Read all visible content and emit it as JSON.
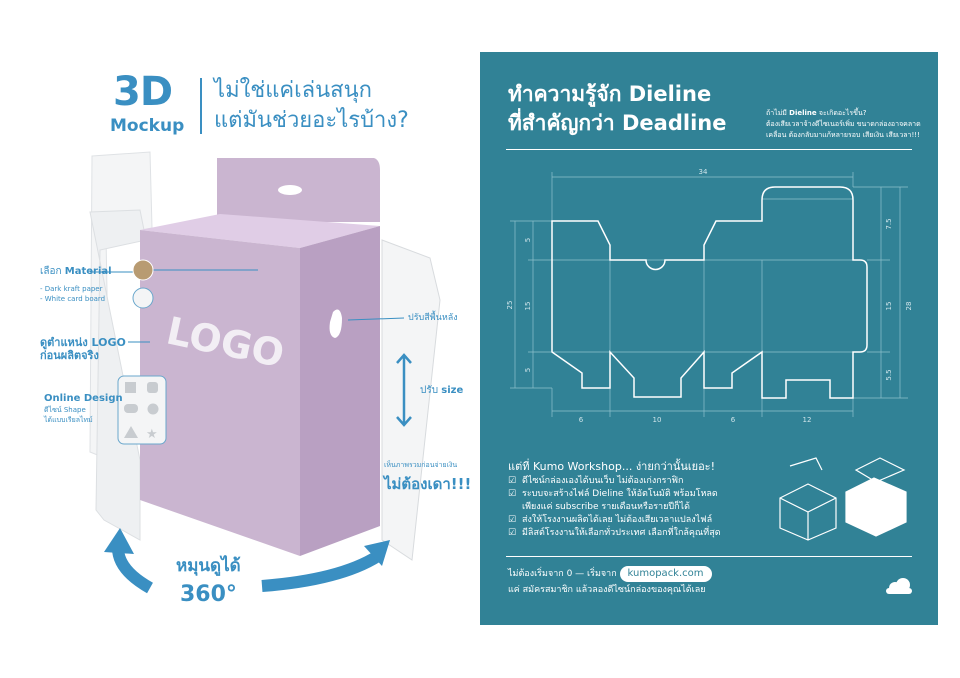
{
  "left": {
    "title_3d": "3D",
    "title_mockup": "Mockup",
    "headline_1": "ไม่ใช่แค่เล่นสนุก",
    "headline_2": "แต่มันช่วยอะไรบ้าง?",
    "material_prefix": "เลือก ",
    "material_label": "Material",
    "material_options": [
      "- Dark kraft paper",
      "- White card board"
    ],
    "logo_callout_1": "ดูตำแหน่ง LOGO",
    "logo_callout_2": "ก่อนผลิตจริง",
    "box_logo": "LOGO",
    "online_design": "Online Design",
    "online_design_sub1": "ดีไซน์ Shape",
    "online_design_sub2": "ได้แบบเรียลไทม์",
    "bg_color": "ปรับสีพื้นหลัง",
    "size_prefix": "ปรับ ",
    "size_label": "size",
    "preview_note": "เห็นภาพรวมก่อนจ่ายเงิน",
    "no_guess": "ไม่ต้องเดา!!!",
    "rotate_1": "หมุนดูได้",
    "rotate_2": "360°",
    "colors": {
      "accent": "#3a8fc2",
      "box": "#cab5d0",
      "kraft": "#b89b72"
    }
  },
  "right": {
    "title_1": "ทำความรู้จัก Dieline",
    "title_2": "ที่สำคัญกว่า Deadline",
    "note_1_pre": "ถ้าไม่มี ",
    "note_1_bold": "Dieline",
    "note_1_post": " จะเกิดอะไรขึ้น?",
    "note_2": "ต้องเสียเวลาจ้างดีไซเนอร์เพิ่ม ขนาดกล่องอาจคลาด",
    "note_3": "เคลื่อน ต้องกลับมาแก้หลายรอบ เสียเงิน เสียเวลา!!!",
    "dims": {
      "top": "34",
      "bottom": [
        "6",
        "10",
        "6",
        "12"
      ],
      "left_total": "25",
      "left": [
        "5",
        "15",
        "5"
      ],
      "right": [
        "7.5",
        "15",
        "5.5"
      ],
      "right_total": "28"
    },
    "list_heading": "แต่ที่ Kumo Workshop... ง่ายกว่านั้นเยอะ!",
    "list": [
      "ดีไซน์กล่องเองได้บนเว็บ ไม่ต้องเก่งกราฟิก",
      "ระบบจะสร้างไฟล์ Dieline ให้อัตโนมัติ พร้อมโหลด",
      "ส่งให้โรงงานผลิตได้เลย ไม่ต้องเสียเวลาแปลงไฟล์",
      "มีลิสต์โรงงานให้เลือกทั่วประเทศ เลือกที่ใกล้คุณที่สุด"
    ],
    "list_cont": "เพียงแค่ subscribe รายเดือนหรือรายปีก็ได้",
    "footer_1": "ไม่ต้องเริ่มจาก 0 — เริ่มจาก",
    "url": "kumopack.com",
    "footer_2": "แค่ สมัครสมาชิก แล้วลองดีไซน์กล่องของคุณได้เลย",
    "colors": {
      "panel": "#318296"
    }
  }
}
